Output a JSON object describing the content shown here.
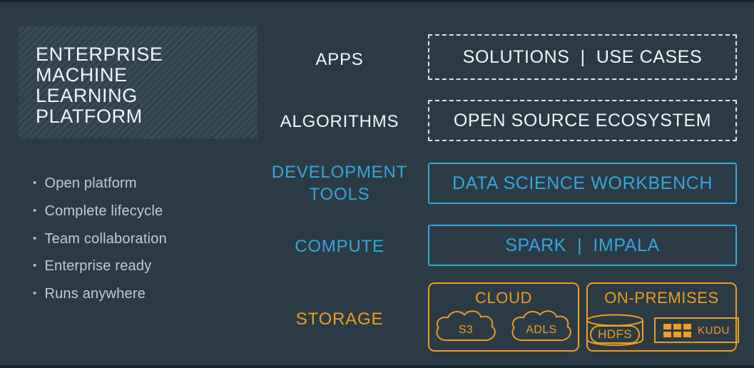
{
  "slide": {
    "background_color": "#2a3b46"
  },
  "colors": {
    "accent_blue": "#33a7dc",
    "accent_orange": "#f09c1e",
    "text_white": "#f3f6f7",
    "text_gray": "#c3ccd2"
  },
  "platform": {
    "title": "ENTERPRISE\nMACHINE\nLEARNING\nPLATFORM",
    "features": [
      "Open platform",
      "Complete lifecycle",
      "Team collaboration",
      "Enterprise ready",
      "Runs anywhere"
    ]
  },
  "rows": [
    {
      "label": "APPS",
      "box_label": "SOLUTIONS  |  USE CASES",
      "box_style": "dashed-white"
    },
    {
      "label": "ALGORITHMS",
      "box_label": "OPEN SOURCE ECOSYSTEM",
      "box_style": "dashed-white"
    },
    {
      "label": "DEVELOPMENT TOOLS",
      "box_label": "DATA SCIENCE WORKBENCH",
      "box_style": "solid-blue"
    },
    {
      "label": "COMPUTE",
      "box_label": "SPARK  |  IMPALA",
      "box_style": "solid-blue"
    },
    {
      "label": "STORAGE",
      "box_style": "solid-orange-groups"
    }
  ],
  "storage": {
    "cloud_group": {
      "title": "CLOUD",
      "items": [
        {
          "name": "S3",
          "icon": "cloud-outline"
        },
        {
          "name": "ADLS",
          "icon": "cloud-outline"
        }
      ]
    },
    "on_premises_group": {
      "title": "ON-PREMISES",
      "items": [
        {
          "name": "HDFS",
          "icon": "database-cylinder"
        },
        {
          "name": "KUDU",
          "icon": "table-grid"
        }
      ]
    }
  }
}
